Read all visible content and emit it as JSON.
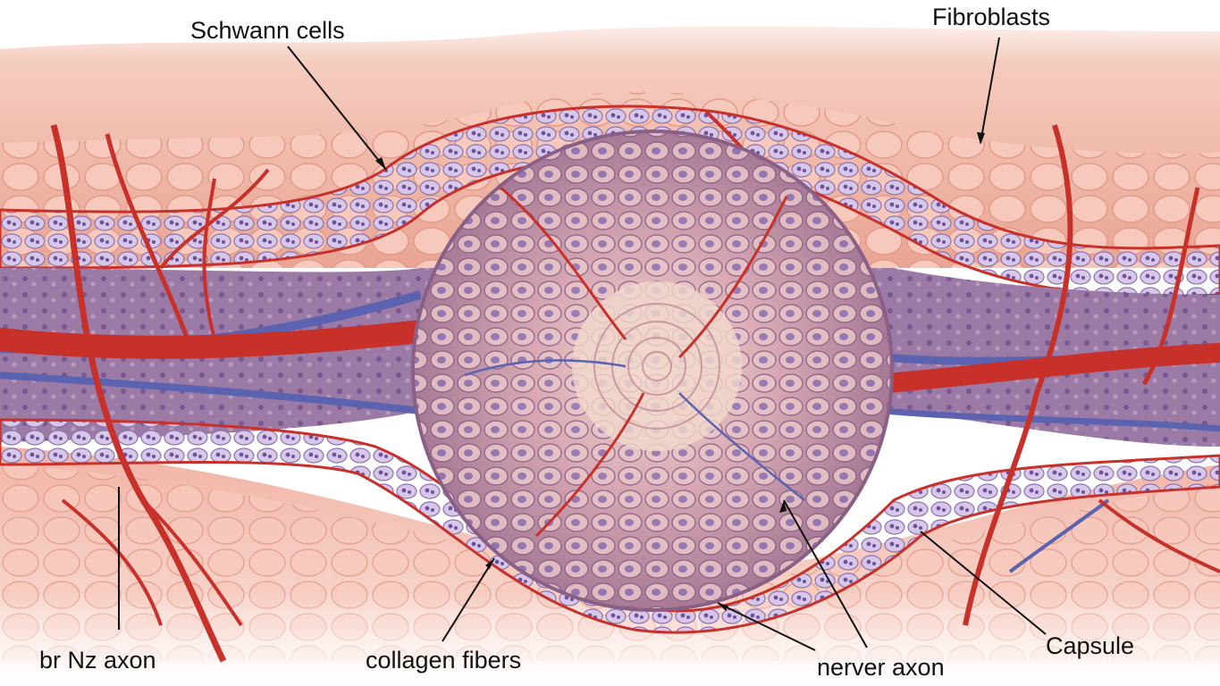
{
  "labels": {
    "schwann_cells": "Schwann cells",
    "fibroblasts": "Fibroblasts",
    "br_nz_axon": "br Nz axon",
    "collagen_fibers": "collagen fibers",
    "nerver_axon": "nerver axon",
    "capsule": "Capsule"
  },
  "colors": {
    "background": "#ffffff",
    "skin": "#f2b5a6",
    "dermis": "#e9a898",
    "nerve_sheath": "#b49ac8",
    "schwann_cell": "#d7c7e6",
    "nucleus": "#7a5fa8",
    "artery": "#c8302a",
    "vein": "#5b62b0",
    "tumor": "#c79aa8",
    "leader_line": "#111111"
  }
}
